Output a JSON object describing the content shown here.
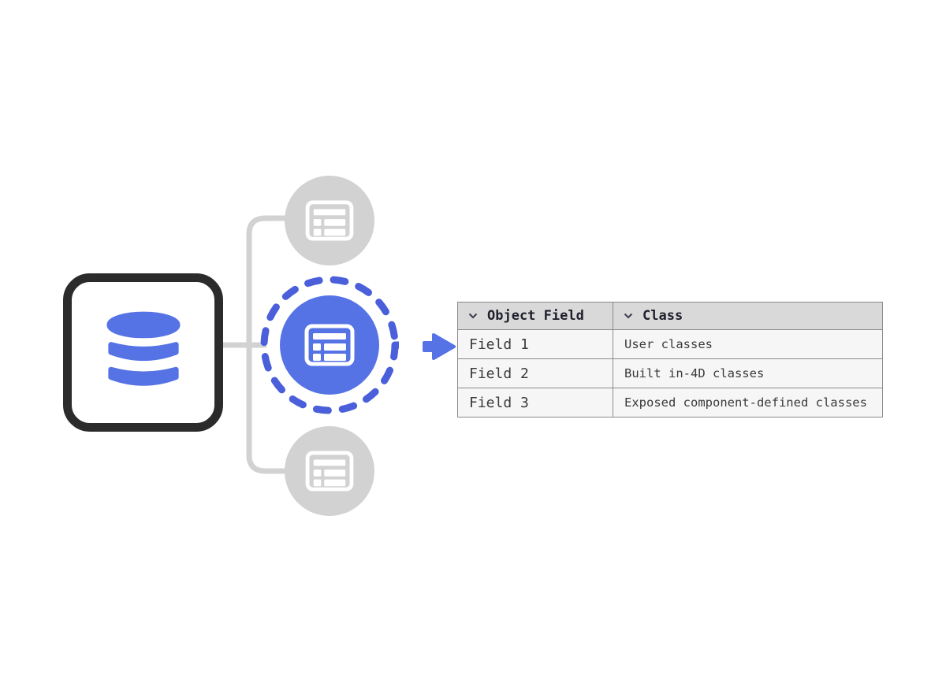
{
  "diagram": {
    "source_node": {
      "icon": "database-icon"
    },
    "branch_nodes": [
      {
        "id": "top",
        "icon": "table-icon",
        "state": "inactive"
      },
      {
        "id": "middle",
        "icon": "table-icon",
        "state": "selected"
      },
      {
        "id": "bottom",
        "icon": "table-icon",
        "state": "inactive"
      }
    ],
    "arrow": {
      "icon": "arrow-right-icon",
      "direction": "right"
    },
    "colors": {
      "accent_blue": "#5673E6",
      "dash_blue": "#4A5FD9",
      "node_gray": "#D2D2D2",
      "connector_gray": "#D2D2D2",
      "box_border": "#2B2B2B",
      "table_header_bg": "#D9D9D9",
      "table_row_bg": "#F6F6F6",
      "table_border": "#8A8A8A"
    }
  },
  "table": {
    "headers": [
      {
        "label": "Object Field",
        "icon": "chevron-down-icon"
      },
      {
        "label": "Class",
        "icon": "chevron-down-icon"
      }
    ],
    "rows": [
      {
        "field": "Field 1",
        "class": "User classes"
      },
      {
        "field": "Field 2",
        "class": "Built in-4D classes"
      },
      {
        "field": "Field 3",
        "class": "Exposed component-defined classes"
      }
    ]
  }
}
